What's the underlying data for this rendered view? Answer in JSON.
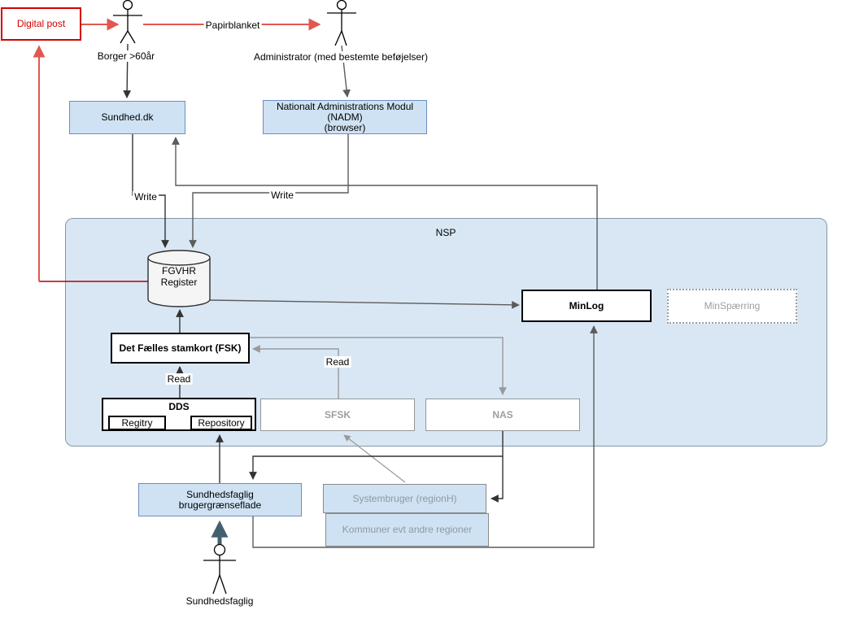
{
  "diagram": {
    "nodes": {
      "digital_post": {
        "label": "Digital post"
      },
      "sundhed_dk": {
        "label": "Sundhed.dk"
      },
      "nadm": {
        "line1": "Nationalt Administrations Modul",
        "line2": "(NADM)",
        "line3": "(browser)"
      },
      "nsp": {
        "label": "NSP"
      },
      "fgvhr": {
        "line1": "FGVHR",
        "line2": "Register"
      },
      "fsk": {
        "label": "Det Fælles stamkort (FSK)"
      },
      "dds": {
        "label": "DDS",
        "registry": "Regitry",
        "repository": "Repository"
      },
      "sfsk": {
        "label": "SFSK"
      },
      "nas": {
        "label": "NAS"
      },
      "minlog": {
        "label": "MinLog"
      },
      "minspaerring": {
        "label": "MinSpærring"
      },
      "ui": {
        "line1": "Sundhedsfaglig",
        "line2": "brugergrænseflade"
      },
      "systembruger": {
        "label": "Systembruger (regionH)"
      },
      "kommuner": {
        "label": "Kommuner evt andre regioner"
      }
    },
    "actors": {
      "borger": {
        "label": "Borger >60år"
      },
      "administrator": {
        "label": "Administrator (med bestemte beføjelser)"
      },
      "sundhedsfaglig": {
        "label": "Sundhedsfaglig"
      }
    },
    "edge_labels": {
      "papirblanket": "Papirblanket",
      "write1": "Write",
      "write2": "Write",
      "read1": "Read",
      "read2": "Read"
    },
    "colors": {
      "red_accent": "#d40000",
      "red_arrow": "#e2574e",
      "blue_fill": "#cfe2f3",
      "blue_border": "#6c8ebf",
      "nsp_fill": "#d9e7f5",
      "gray_text": "#9e9e9e",
      "muted_text": "#8d99a4",
      "slate_arrow": "#44606e"
    }
  }
}
